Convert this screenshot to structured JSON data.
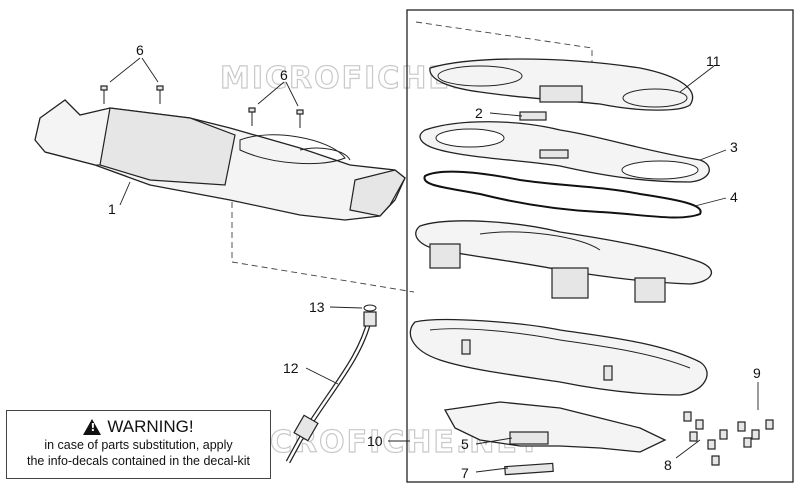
{
  "watermark": "MICROFICHE.NET",
  "callouts": {
    "c1": "1",
    "c2": "2",
    "c3": "3",
    "c4": "4",
    "c5": "5",
    "c6a": "6",
    "c6b": "6",
    "c7": "7",
    "c8": "8",
    "c9": "9",
    "c10": "10",
    "c11": "11",
    "c12": "12",
    "c13": "13"
  },
  "warning": {
    "title": "WARNING!",
    "line1": "in case of parts substitution, apply",
    "line2": "the info-decals contained in the decal-kit"
  }
}
